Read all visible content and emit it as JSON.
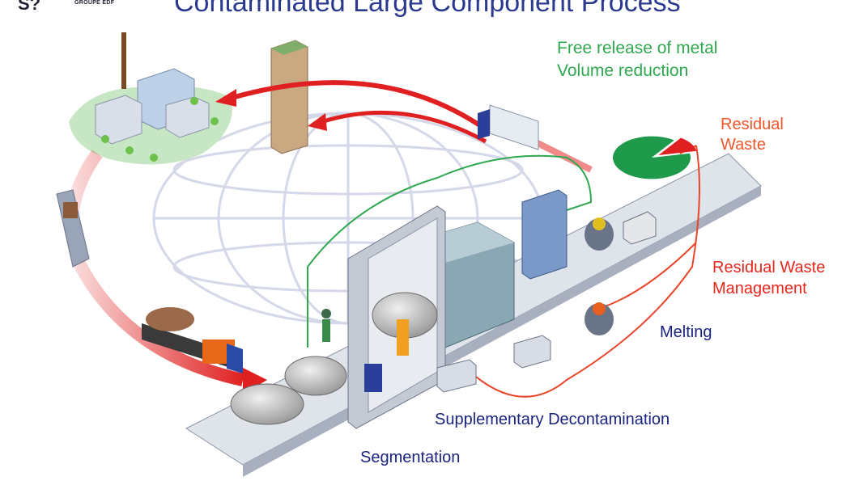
{
  "header": {
    "title": "Contaminated Large Component Process",
    "logo_mark": "S?",
    "logo_sub": "GROUPE EDF"
  },
  "labels": {
    "free_release_line1": "Free release of metal",
    "free_release_line2": "Volume reduction",
    "residual_waste_line1": "Residual",
    "residual_waste_line2": "Waste",
    "rwm_line1": "Residual Waste",
    "rwm_line2": "Management",
    "melting": "Melting",
    "supplementary": "Supplementary Decontamination",
    "segmentation": "Segmentation"
  },
  "colors": {
    "green_label": "#2fa84f",
    "orange_label": "#f0552a",
    "red_label": "#e8261c",
    "navy_label": "#1a237e",
    "flow_red": "#e02020",
    "pie_green": "#1f9a4a",
    "pie_red": "#e02020"
  },
  "chart_data": {
    "type": "pie",
    "values": [
      88,
      12
    ],
    "colors": [
      "#1f9a4a",
      "#e02020"
    ]
  }
}
